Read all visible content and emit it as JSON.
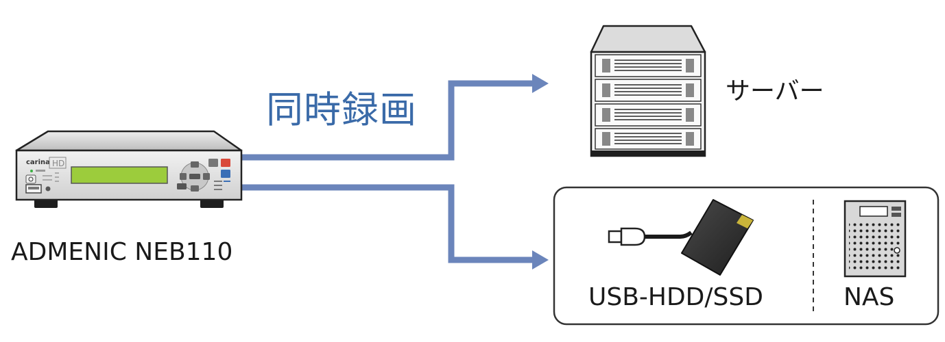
{
  "title": "同時録画",
  "device": {
    "name": "ADMENIC NEB110",
    "brand": "carina",
    "hd_badge": "HD"
  },
  "targets": {
    "server": "サーバー",
    "usb_storage": "USB-HDD/SSD",
    "nas": "NAS"
  },
  "colors": {
    "arrow": "#6b85bb",
    "title": "#3a6aa8",
    "lcd": "#9ccc3c",
    "device_body": "#dcdcdc",
    "box_border": "#333333"
  }
}
